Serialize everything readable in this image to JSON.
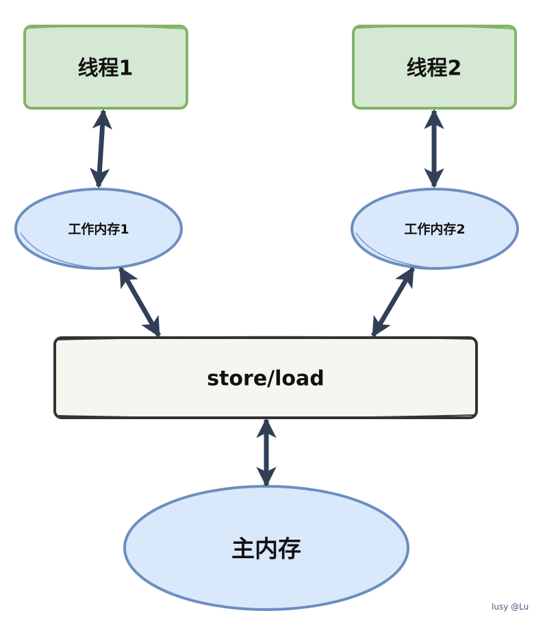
{
  "diagram": {
    "nodes": {
      "thread1": {
        "label": "线程1",
        "shape": "rounded-rect",
        "fill": "#d5e8d4",
        "stroke": "#82b366"
      },
      "thread2": {
        "label": "线程2",
        "shape": "rounded-rect",
        "fill": "#d5e8d4",
        "stroke": "#82b366"
      },
      "workmem1": {
        "label": "工作内存1",
        "shape": "ellipse",
        "fill": "#dae8fc",
        "stroke": "#6c8ebf"
      },
      "workmem2": {
        "label": "工作内存2",
        "shape": "ellipse",
        "fill": "#dae8fc",
        "stroke": "#6c8ebf"
      },
      "storeload": {
        "label": "store/load",
        "shape": "rounded-rect",
        "fill": "#f7f5ef",
        "stroke": "#333333"
      },
      "mainmem": {
        "label": "主内存",
        "shape": "ellipse",
        "fill": "#dae8fc",
        "stroke": "#6c8ebf"
      }
    },
    "edges": [
      {
        "from": "thread1",
        "to": "workmem1",
        "direction": "both"
      },
      {
        "from": "thread2",
        "to": "workmem2",
        "direction": "both"
      },
      {
        "from": "workmem1",
        "to": "storeload",
        "direction": "both"
      },
      {
        "from": "workmem2",
        "to": "storeload",
        "direction": "both"
      },
      {
        "from": "storeload",
        "to": "mainmem",
        "direction": "both"
      }
    ],
    "arrow_color": "#314057",
    "watermark": "lusy @Lu"
  }
}
